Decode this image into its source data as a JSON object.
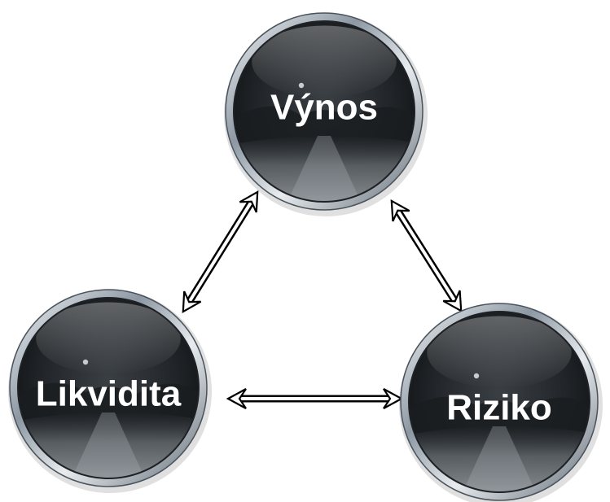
{
  "diagram": {
    "nodes": [
      {
        "id": "vynos",
        "label": "Výnos"
      },
      {
        "id": "likvidita",
        "label": "Likvidita"
      },
      {
        "id": "riziko",
        "label": "Riziko"
      }
    ],
    "edges": [
      {
        "from": "vynos",
        "to": "likvidita",
        "type": "bidirectional"
      },
      {
        "from": "vynos",
        "to": "riziko",
        "type": "bidirectional"
      },
      {
        "from": "likvidita",
        "to": "riziko",
        "type": "bidirectional"
      }
    ]
  }
}
